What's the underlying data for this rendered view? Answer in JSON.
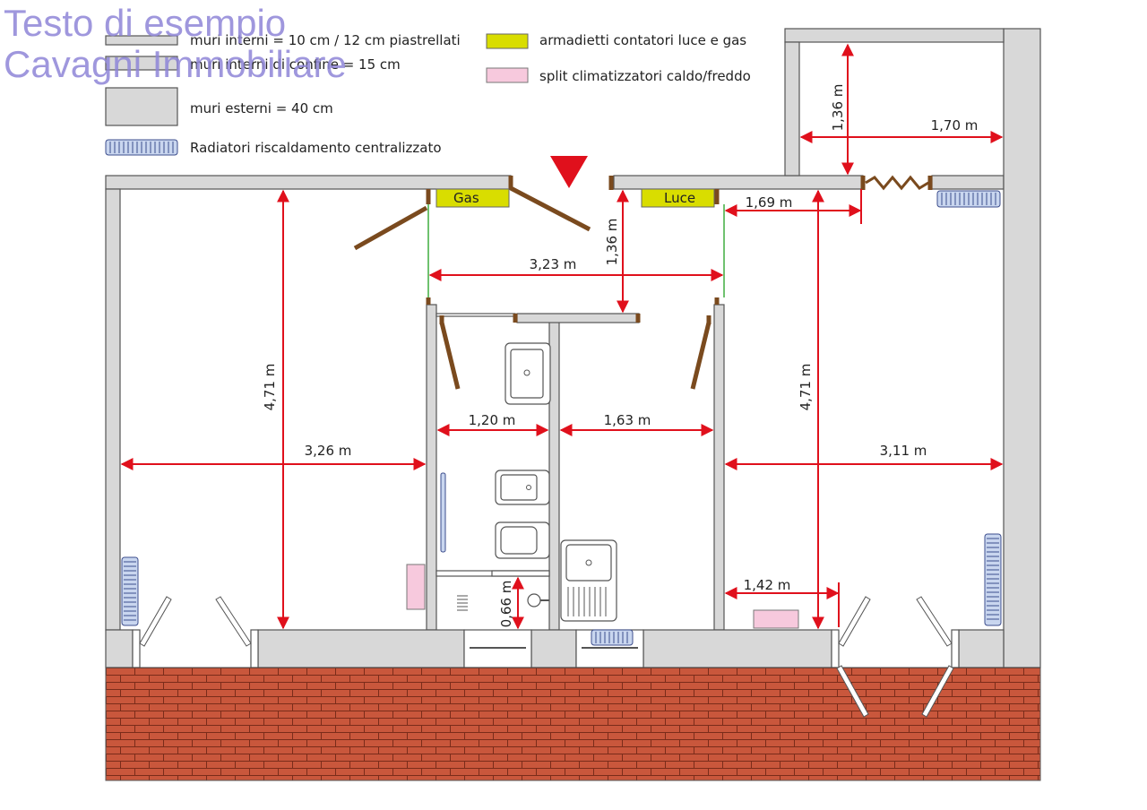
{
  "watermark": {
    "line1": "Testo di esempio",
    "line2": "Cavagni Immobiliare"
  },
  "legend": {
    "inner_walls": "muri interni = 10 cm / 12 cm piastrellati",
    "boundary_walls": "muri interni di confine  = 15 cm",
    "outer_walls": "muri esterni = 40 cm",
    "radiators": "Radiatori riscaldamento centralizzato",
    "meter_cabinets": "armadietti contatori luce e gas",
    "split_ac": "split climatizzatori caldo/freddo"
  },
  "cabinets": {
    "gas": "Gas",
    "luce": "Luce"
  },
  "dimensions": {
    "top_room_height": "1,36 m",
    "top_room_width": "1,70 m",
    "right_top_width": "1,69 m",
    "entry_height": "1,36 m",
    "entry_width": "3,23 m",
    "left_height": "4,71 m",
    "left_width": "3,26 m",
    "bath_width": "1,20 m",
    "kitchen_width": "1,63 m",
    "right_height": "4,71 m",
    "right_width": "3,11 m",
    "window_width": "1,42 m",
    "shower_depth": "0,66 m"
  },
  "colors": {
    "dimension_lines": "#e0101c",
    "doors": "#7a4a1e",
    "cabinet": "#d9dd00",
    "split": "#f7c9dd",
    "terrace": "#c9573c",
    "radiator": "#c9d6ef"
  }
}
